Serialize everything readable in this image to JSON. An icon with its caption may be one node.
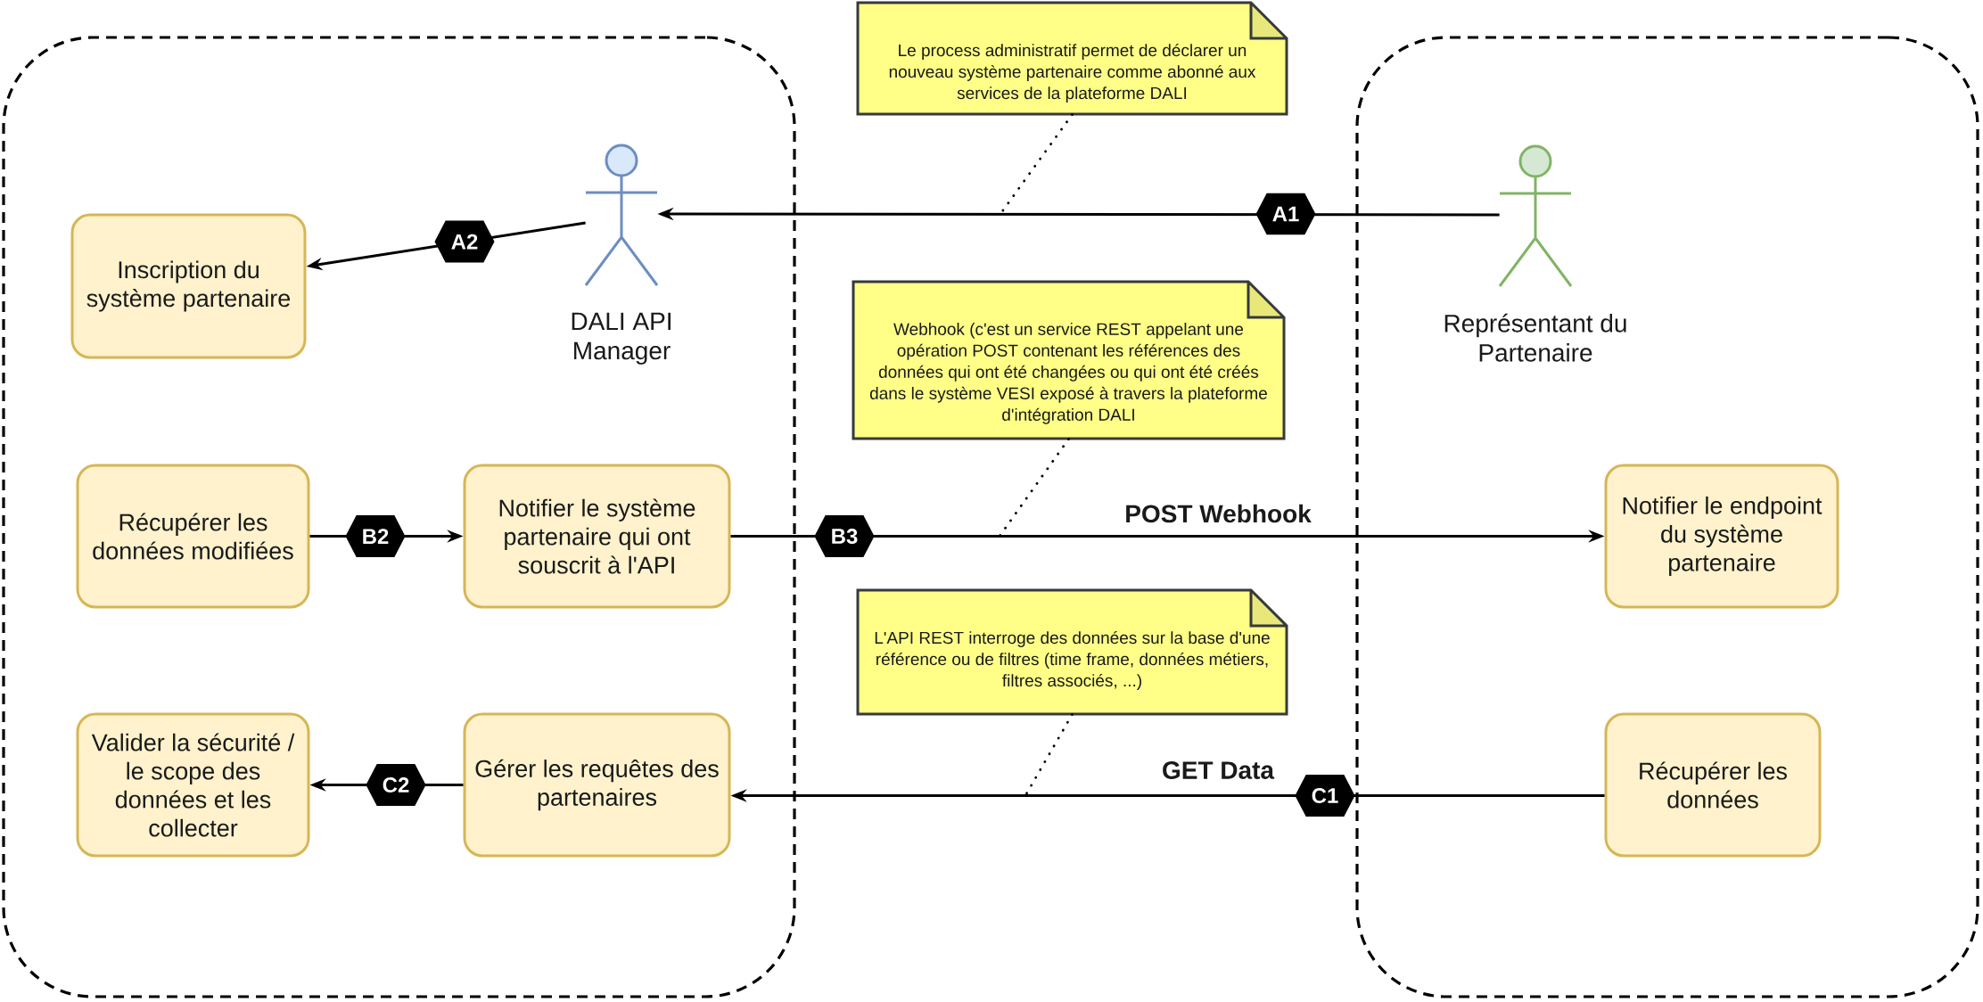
{
  "diagram": {
    "nodes": [
      {
        "text": [],
        "shape": "box"
      },
      {
        "text": [],
        "shape": "box"
      },
      {
        "text": [
          "Le process administratif permet de déclarer un nouveau système partenaire comme abonné aux services de la plateforme DALI"
        ]
      },
      {
        "text": [
          "DALI API Manager"
        ],
        "in": 0
      },
      {
        "text": [
          "Représentant du Partenaire"
        ],
        "in": 1
      },
      {
        "text": [
          "Inscription du système partenaire"
        ],
        "in": 0
      },
      {
        "text": [
          "Webhook (c'est un service REST appelant une opération POST contenant les références des données qui ont été changées ou qui ont été créés dans le système VESI exposé à travers la plateforme d'intégration DALI"
        ]
      },
      {
        "text": [
          "Récupérer les données modifiées"
        ],
        "in": 0
      },
      {
        "text": [
          "Notifier le système partenaire qui ont souscrit à l'API"
        ],
        "in": 0
      },
      {
        "text": [
          "Notifier le endpoint du système partenaire"
        ],
        "in": 1
      },
      {
        "text": [
          "L'API REST interroge des données sur la base d'une référence ou de filtres (time frame, données métiers, filtres associés, ...)"
        ]
      },
      {
        "text": [
          "Valider la sécurité / le scope des données et les collecter"
        ],
        "in": 0
      },
      {
        "text": [
          "Gérer les requêtes des partenaires"
        ],
        "in": 0
      },
      {
        "text": [
          "Récupérer les données"
        ],
        "in": 1
      }
    ],
    "edges": [
      {
        "from": 4,
        "to": 3,
        "arrow": "to",
        "label": "A1"
      },
      {
        "from": 3,
        "to": 5,
        "arrow": "to",
        "label": "A2"
      },
      {
        "from": 7,
        "to": 8,
        "arrow": "to",
        "label": "B2"
      },
      {
        "from": 8,
        "to": 9,
        "arrow": "to",
        "label": "B3"
      },
      {
        "from": 13,
        "to": 12,
        "arrow": "to",
        "label": "C1"
      },
      {
        "from": 12,
        "to": 11,
        "arrow": "to",
        "label": "C2"
      },
      {
        "from": 2,
        "to": null,
        "arrow": "none",
        "style": "dashed"
      },
      {
        "from": 6,
        "to": null,
        "arrow": "none",
        "style": "dashed"
      },
      {
        "from": 10,
        "to": null,
        "arrow": "none",
        "style": "dashed"
      }
    ],
    "labels": [
      "POST Webhook",
      "GET Data"
    ]
  }
}
